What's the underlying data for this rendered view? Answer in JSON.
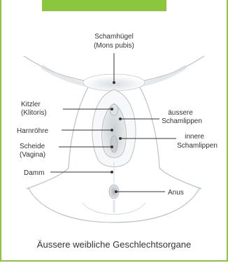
{
  "caption": "Äussere weibliche Geschlechtsorgane",
  "labels": {
    "mons_line1": "Schamhügel",
    "mons_line2": "(Mons pubis)",
    "clitoris_line1": "Kitzler",
    "clitoris_line2": "(Klitoris)",
    "urethra": "Harnröhre",
    "vagina_line1": "Scheide",
    "vagina_line2": "(Vagina)",
    "perineum": "Damm",
    "outer_lips_line1": "äussere",
    "outer_lips_line2": "Schamlippen",
    "inner_lips_line1": "innere",
    "inner_lips_line2": "Schamlippen",
    "anus": "Anus"
  },
  "colors": {
    "accent": "#8cc63f",
    "outline": "#b9c2c6",
    "pointer": "#333333"
  }
}
